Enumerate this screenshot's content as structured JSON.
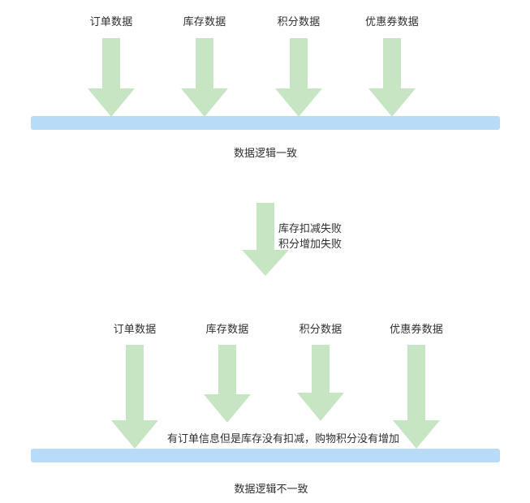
{
  "diagram": {
    "colors": {
      "arrow_green": "#c6e6c3",
      "bar_blue": "#b8dcf8",
      "text": "#2e2e2e",
      "background": "#ffffff"
    },
    "top_section": {
      "sources": [
        {
          "label": "订单数据"
        },
        {
          "label": "库存数据"
        },
        {
          "label": "积分数据"
        },
        {
          "label": "优惠券数据"
        }
      ],
      "caption": "数据逻辑一致"
    },
    "transition": {
      "notes": [
        "库存扣减失败",
        "积分增加失败"
      ]
    },
    "bottom_section": {
      "sources": [
        {
          "label": "订单数据"
        },
        {
          "label": "库存数据"
        },
        {
          "label": "积分数据"
        },
        {
          "label": "优惠券数据"
        }
      ],
      "inline_note": "有订单信息但是库存没有扣减，购物积分没有增加",
      "caption": "数据逻辑不一致"
    }
  }
}
